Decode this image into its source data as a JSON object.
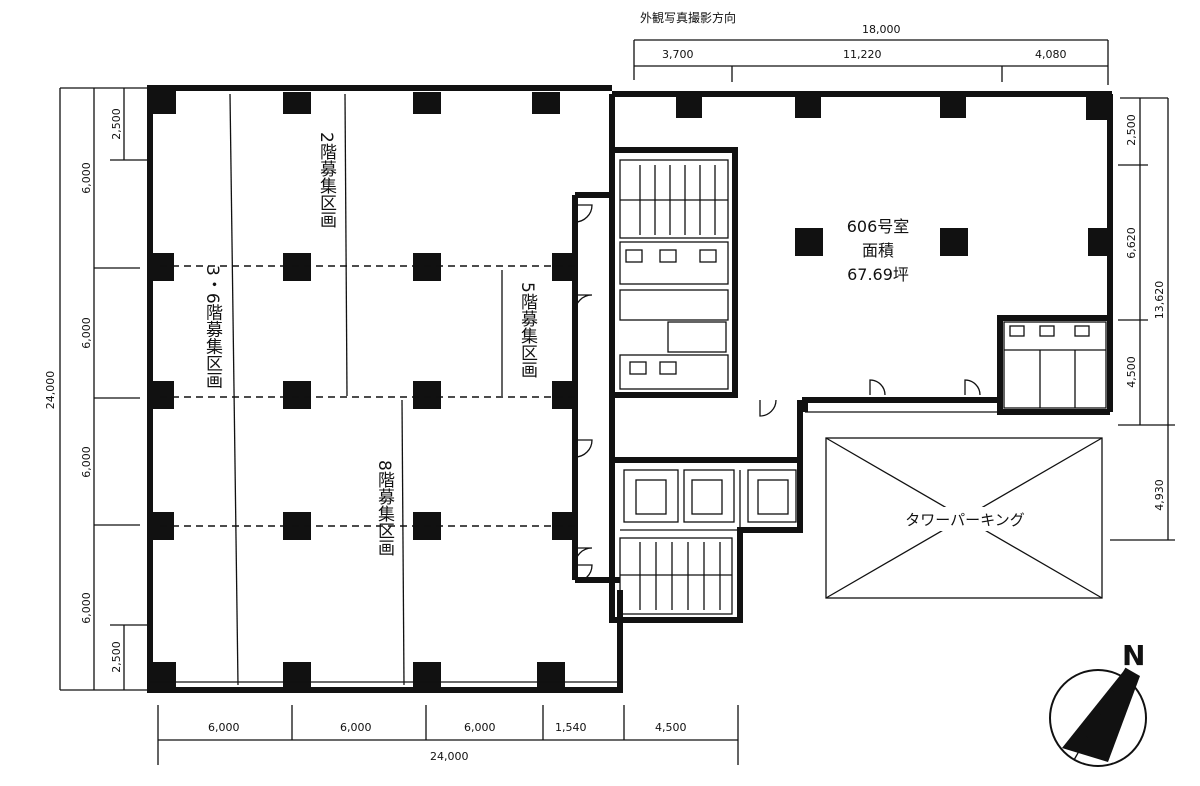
{
  "top": {
    "photo_direction": "外観写真撮影方向",
    "total": "18,000",
    "segments": [
      "3,700",
      "11,220",
      "4,080"
    ]
  },
  "left": {
    "total": "24,000",
    "segments": [
      "6,000",
      "6,000",
      "6,000",
      "6,000"
    ],
    "edge_top": "2,500",
    "edge_bottom": "2,500"
  },
  "bottom": {
    "total": "24,000",
    "segments": [
      "6,000",
      "6,000",
      "6,000",
      "1,540",
      "4,500"
    ]
  },
  "right": {
    "total": "13,620",
    "segments": [
      "2,500",
      "6,620",
      "4,500"
    ],
    "parking_dim": "4,930"
  },
  "zones": {
    "floor2": "2階募集区画",
    "floor3_6": "3・6階募集区画",
    "floor5": "5階募集区画",
    "floor8": "8階募集区画"
  },
  "room": {
    "number": "606号室",
    "area_label": "面積",
    "area_value": "67.69坪"
  },
  "parking": "タワーパーキング",
  "north": "N"
}
